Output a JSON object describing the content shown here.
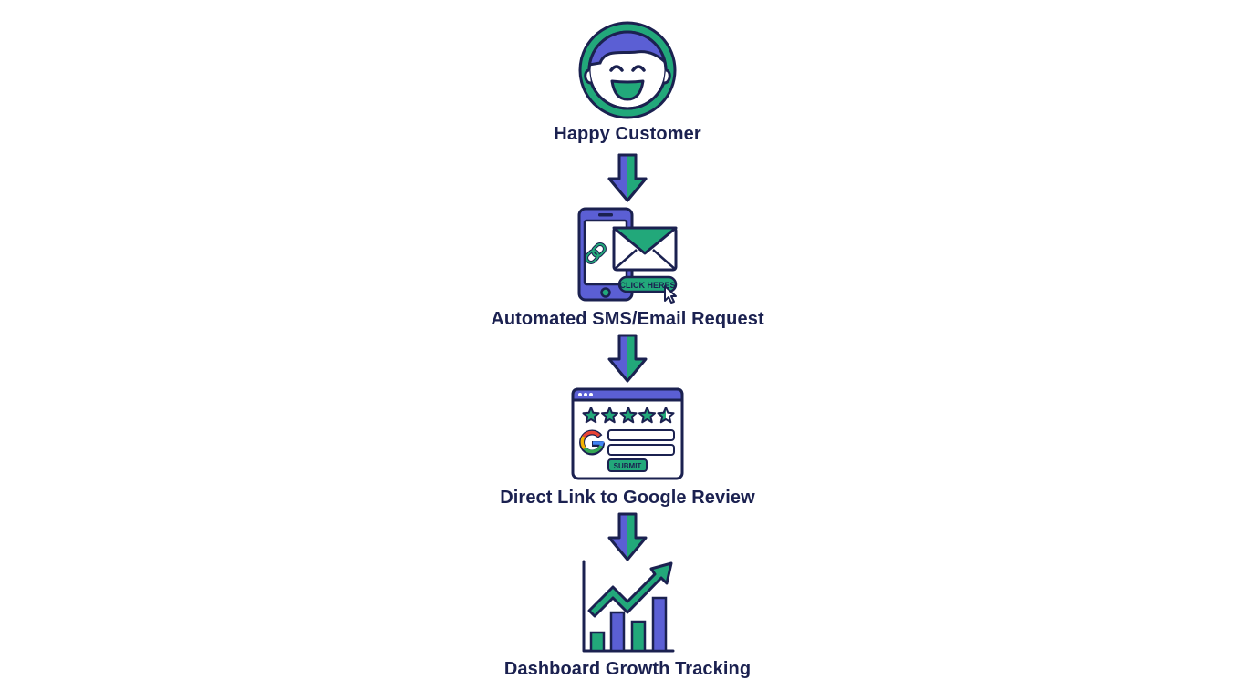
{
  "colors": {
    "ink": "#1b2150",
    "primary": "#5b5fd4",
    "accent": "#22a87a",
    "background": "#ffffff"
  },
  "steps": [
    {
      "label": "Happy Customer",
      "icon": "happy-face-icon"
    },
    {
      "label": "Automated SMS/Email Request",
      "icon": "phone-email-icon",
      "button_text": "CLICK HERES"
    },
    {
      "label": "Direct Link to Google Review",
      "icon": "google-review-browser-icon",
      "button_text": "SUBMIT",
      "rating": 4.5
    },
    {
      "label": "Dashboard Growth Tracking",
      "icon": "growth-chart-icon"
    }
  ],
  "connectors": [
    "arrow-down-icon",
    "arrow-down-icon",
    "arrow-down-icon"
  ]
}
